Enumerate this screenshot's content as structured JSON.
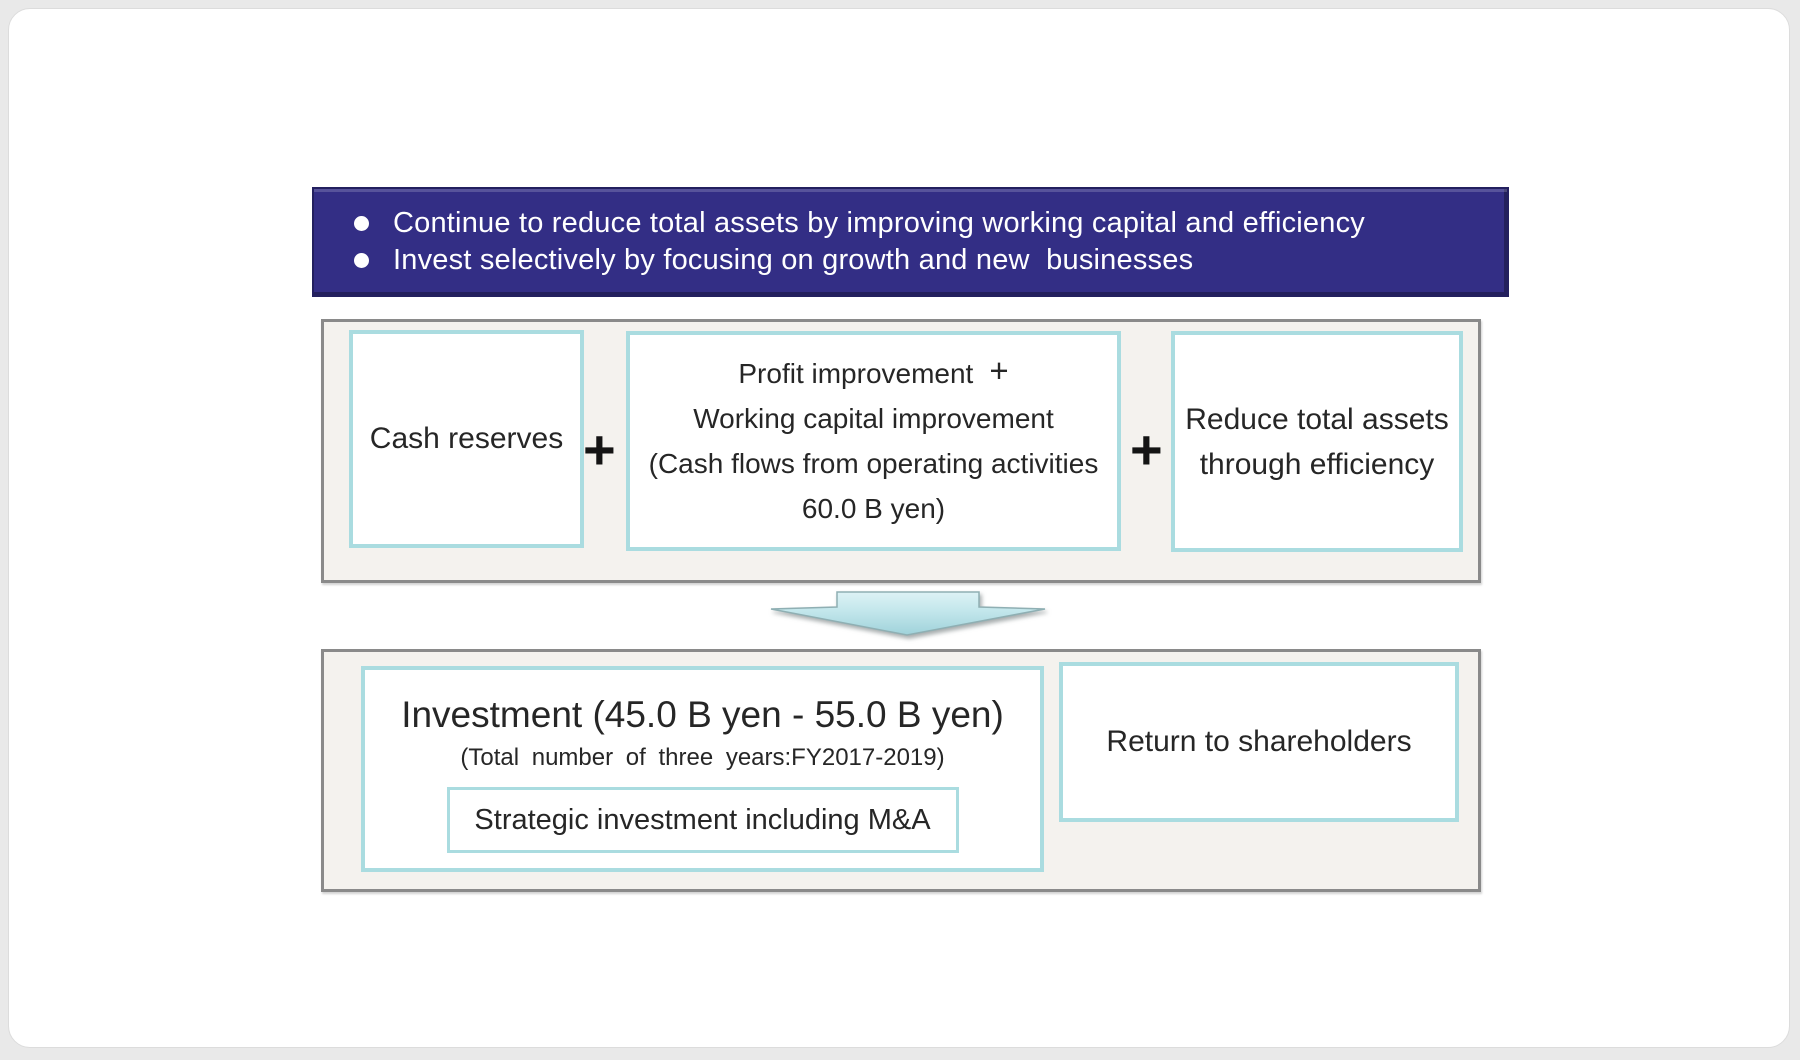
{
  "banner": {
    "bullets": [
      "Continue to reduce total assets by improving working capital and efficiency",
      "Invest selectively by focusing on growth and new  businesses"
    ]
  },
  "sources": {
    "cash_reserves": "Cash reserves",
    "plus_symbol": "+",
    "operating": {
      "line1": "Profit improvement",
      "plus": "+",
      "line2": "Working capital improvement",
      "line3": "(Cash flows from operating activities",
      "line4": "60.0 B yen)"
    },
    "reduce": {
      "line1": "Reduce total assets",
      "line2": "through efficiency"
    }
  },
  "uses": {
    "investment": {
      "title": "Investment (45.0 B yen - 55.0 B yen)",
      "subtitle": "(Total number of three years:FY2017-2019)",
      "strategic": "Strategic investment including M&A"
    },
    "return_label": "Return to shareholders"
  },
  "colors": {
    "banner_bg": "#332e85",
    "teal_border": "#aadce0",
    "panel_bg": "#f4f2ee",
    "panel_border": "#8a8a8a",
    "arrow_top": "#ddf2f5",
    "arrow_bottom": "#9fd2da",
    "text": "#262626"
  }
}
